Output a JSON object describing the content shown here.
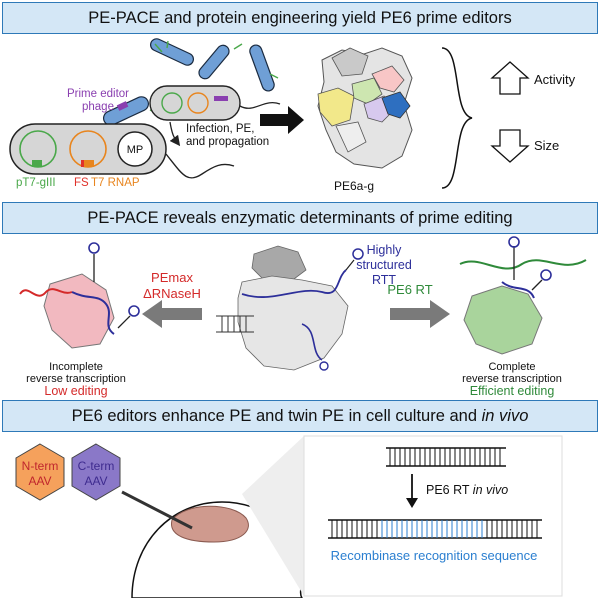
{
  "panels": [
    {
      "header": "PE-PACE and protein engineering yield PE6 prime editors"
    },
    {
      "header": "PE-PACE reveals enzymatic determinants of prime editing"
    },
    {
      "header_pre": "PE6 editors enhance PE and twin PE in cell culture and ",
      "header_em": "in vivo"
    }
  ],
  "panel1": {
    "phage_label_1": "Prime editor",
    "phage_label_2": "phage",
    "mp_label": "MP",
    "pt7_label": "pT7-gIII",
    "fs_label": "FS",
    "t7_label": "T7 RNAP",
    "process_1": "Infection, PE,",
    "process_2": "and propagation",
    "variant_label": "PE6a-g",
    "activity_label": "Activity",
    "size_label": "Size",
    "colors": {
      "green": "#4aa84a",
      "orange": "#e8851e",
      "purple": "#8a3fb0",
      "red": "#e0312a",
      "phage": "#6f9fd6"
    }
  },
  "panel2": {
    "rtt_1": "Highly",
    "rtt_2": "structured",
    "rtt_3": "RTT",
    "pemax_1": "PEmax",
    "pemax_2": "ΔRNaseH",
    "pe6rt": "PE6 RT",
    "incomplete_1": "Incomplete",
    "incomplete_2": "reverse transcription",
    "low_editing": "Low editing",
    "complete_1": "Complete",
    "complete_2": "reverse transcription",
    "efficient_editing": "Efficient editing",
    "colors": {
      "red": "#d42a2a",
      "green": "#2f8a3a",
      "blue": "#2d2f9a"
    }
  },
  "panel3": {
    "nterm_1": "N-term",
    "nterm_2": "AAV",
    "cterm_1": "C-term",
    "cterm_2": "AAV",
    "arrow_pre": "PE6 RT ",
    "arrow_em": "in vivo",
    "recombinase": "Recombinase recognition sequence",
    "colors": {
      "nterm": "#f5a15c",
      "cterm": "#8a78c8",
      "brain": "#cf9a8e",
      "blue": "#2b7fd0"
    }
  }
}
